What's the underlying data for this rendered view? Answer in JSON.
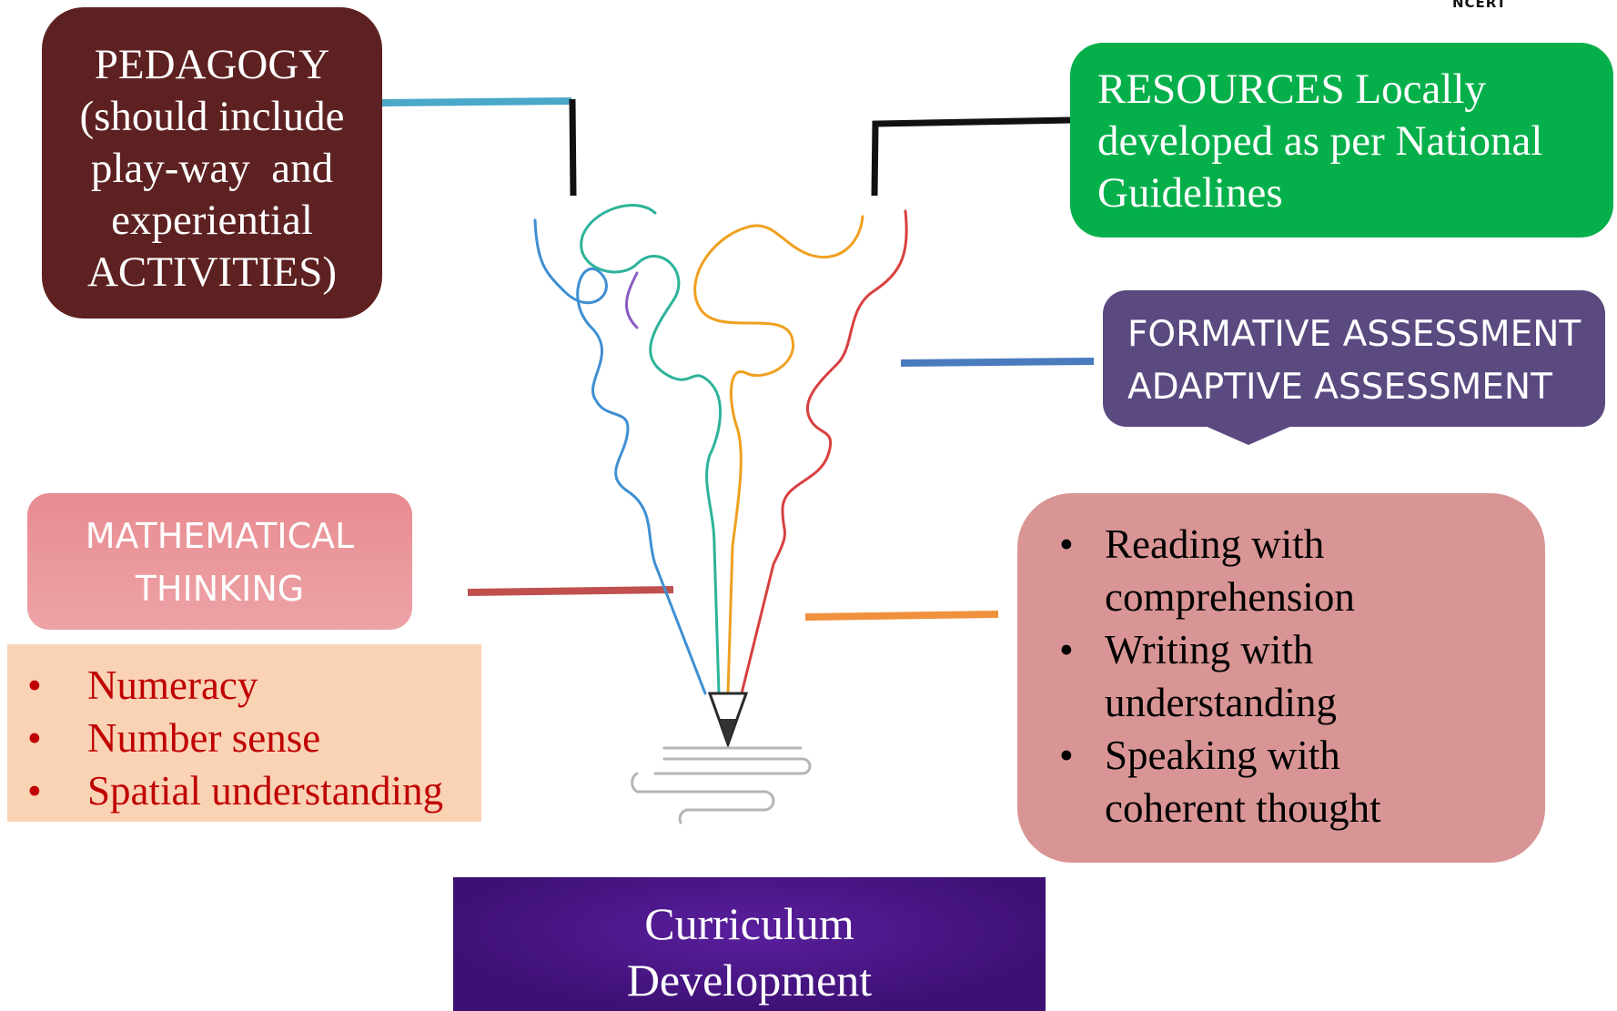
{
  "logo": {
    "text": "NCERT"
  },
  "pedagogy": {
    "lines": [
      "PEDAGOGY",
      "(should include",
      "play-way  and",
      "experiential",
      "ACTIVITIES)"
    ],
    "color": "#5e2121"
  },
  "resources": {
    "lines": [
      "RESOURCES Locally",
      "developed as per National",
      "Guidelines"
    ],
    "color": "#05b04b"
  },
  "assessment": {
    "lines": [
      "FORMATIVE ASSESSMENT",
      "ADAPTIVE ASSESSMENT"
    ],
    "color": "#5a4a80"
  },
  "math_thinking": {
    "lines": [
      "MATHEMATICAL",
      "THINKING"
    ],
    "color": "#e88c91"
  },
  "numeracy": {
    "bullet": "•",
    "items": [
      "Numeracy",
      "Number sense",
      "Spatial understanding"
    ],
    "color": "#c00000"
  },
  "literacy": {
    "bullet": "•",
    "items": [
      {
        "line1": "Reading with",
        "line2": "comprehension"
      },
      {
        "line1": "Writing with",
        "line2": "understanding"
      },
      {
        "line1": "Speaking with",
        "line2": "coherent thought"
      }
    ],
    "color": "#d99595"
  },
  "curriculum": {
    "lines": [
      "Curriculum",
      "Development"
    ],
    "color": "#3d1073"
  }
}
